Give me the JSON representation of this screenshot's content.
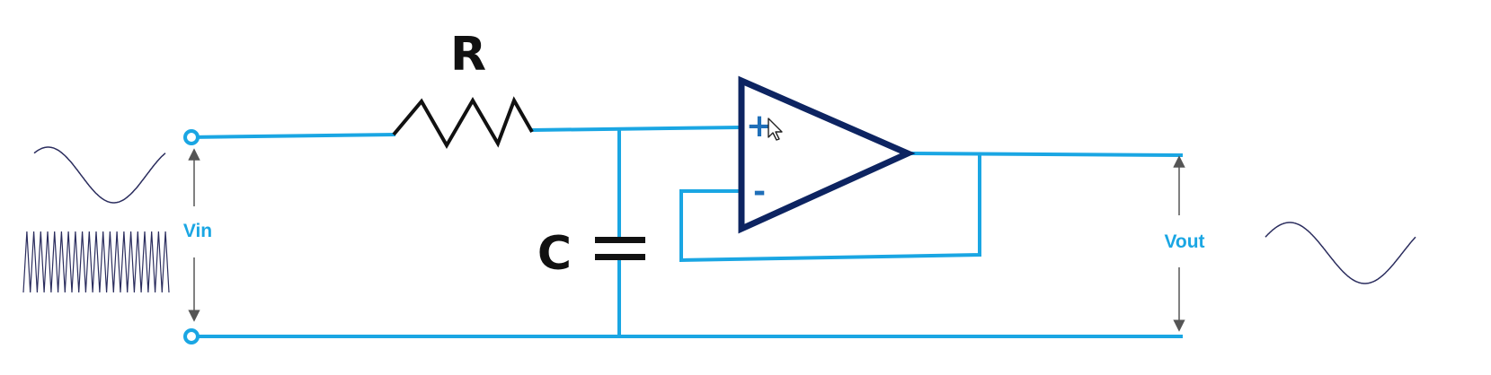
{
  "labels": {
    "resistor": "R",
    "capacitor": "C",
    "input_voltage": "Vin",
    "output_voltage": "Vout",
    "plus_sign": "+",
    "minus_sign": "-"
  },
  "colors": {
    "wire": "#1aa6e3",
    "opamp": "#0d2461",
    "component": "#111111",
    "signal": "#2b2d5e",
    "arrow": "#555555",
    "label_dark": "#111111",
    "label_accent": "#1aa6e3",
    "sign_color": "#1f6fb8"
  },
  "icons": {
    "cursor": "mouse-pointer-icon"
  }
}
